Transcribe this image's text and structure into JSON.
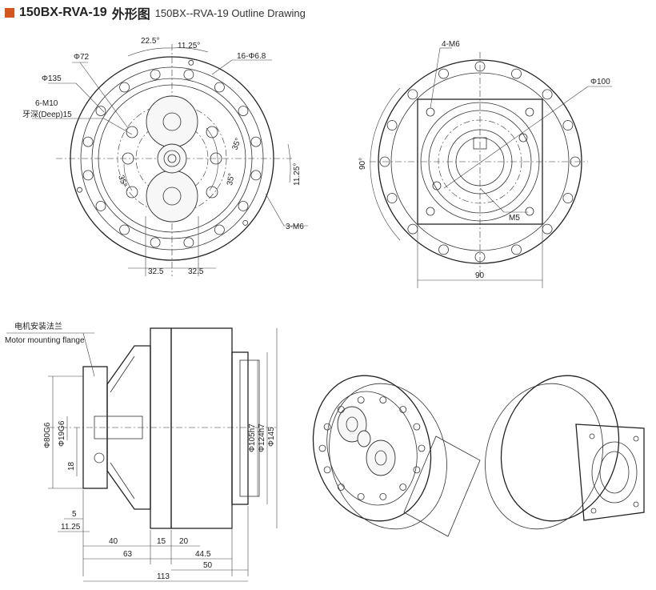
{
  "header": {
    "model": "150BX-RVA-19",
    "model_cn": "外形图",
    "subtitle": "150BX--RVA-19 Outline Drawing"
  },
  "front_view": {
    "labels": {
      "angle_22_5": "22.5°",
      "angle_11_25_top": "11.25°",
      "holes_16": "16-Φ6.8",
      "dia_72": "Φ72",
      "dia_135": "Φ135",
      "thread_6m10": "6-M10",
      "thread_depth": "牙深(Deep)15",
      "angle_35_a": "35°",
      "angle_35_b": "35°",
      "angle_35_c": "35°",
      "angle_11_25_right": "11.25°",
      "thread_3m6": "3-M6",
      "dim_32_5_left": "32.5",
      "dim_32_5_right": "32.5"
    }
  },
  "rear_view": {
    "labels": {
      "thread_4m6": "4-M6",
      "dia_100": "Φ100",
      "angle_90": "90°",
      "thread_m5": "M5",
      "dim_90": "90"
    }
  },
  "side_view": {
    "labels": {
      "flange_cn": "电机安装法兰",
      "flange_en": "Motor mounting flange",
      "dia_80g6": "Φ80G6",
      "dia_19g6": "Φ19G6",
      "dim_18": "18",
      "dia_105h7": "Φ105h7",
      "dia_124h7": "Φ124h7",
      "dia_145": "Φ145",
      "dim_5": "5",
      "dim_11_25": "11.25",
      "dim_40": "40",
      "dim_15": "15",
      "dim_20": "20",
      "dim_63": "63",
      "dim_44_5": "44.5",
      "dim_50": "50",
      "dim_113": "113"
    }
  }
}
